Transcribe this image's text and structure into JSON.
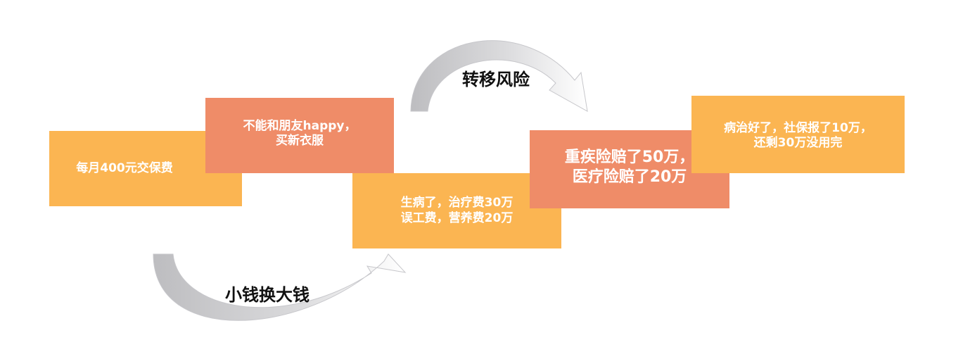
{
  "colors": {
    "box_yellow": "#fbb552",
    "box_salmon": "#ef8c68",
    "fold_brown": "#5b3f20",
    "fold_dark": "#4e3423",
    "arrow_gray": "#c8c8ca"
  },
  "arrows": {
    "lower_label": "小钱换大钱",
    "upper_label": "转移风险"
  },
  "steps": [
    {
      "text": "每月400元交保费"
    },
    {
      "text": "不能和朋友happy，\n买新衣服"
    },
    {
      "text": "生病了，治疗费30万\n误工费，营养费20万"
    },
    {
      "text": "重疾险赔了50万，\n医疗险赔了20万"
    },
    {
      "text": "病治好了，社保报了10万，\n还剩30万没用完"
    }
  ]
}
